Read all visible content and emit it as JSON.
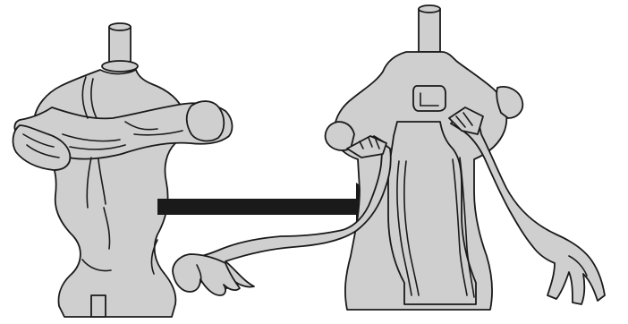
{
  "colors": {
    "background": "#ffffff",
    "form_fill": "#cfcfcf",
    "outline": "#1a1a1a",
    "arrow": "#1a1a1a"
  },
  "figure": {
    "left": {
      "depicts": "draped-dress-form-with-arms-folded"
    },
    "right": {
      "depicts": "disassembled-dress-form-with-detached-arms"
    },
    "arrow": {
      "direction": "left-to-right"
    }
  }
}
